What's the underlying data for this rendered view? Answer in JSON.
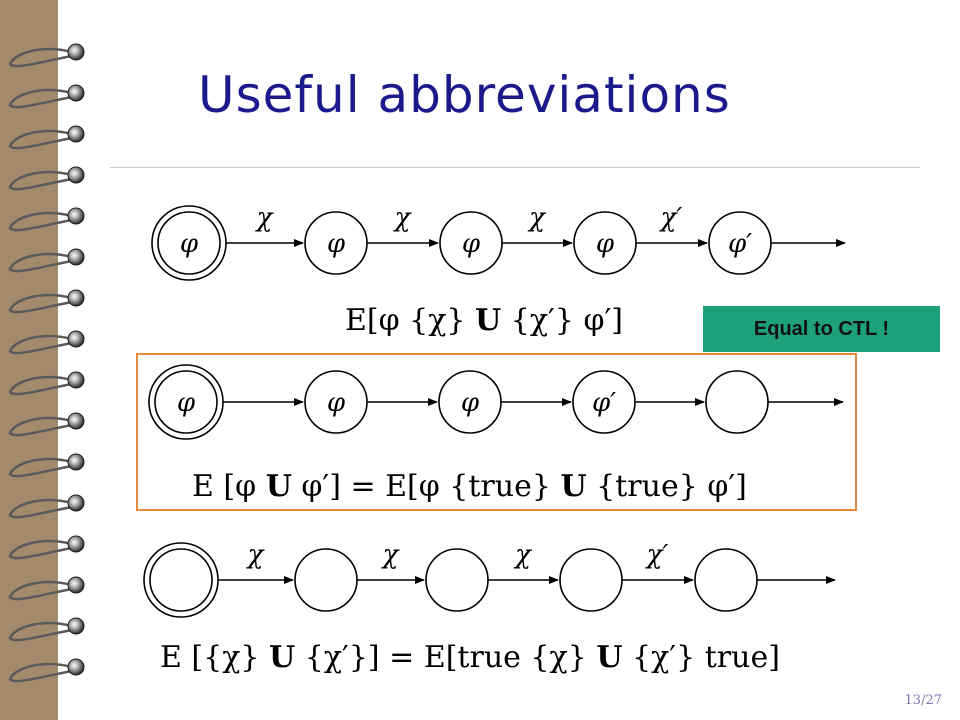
{
  "slide": {
    "title": "Useful abbreviations",
    "badge": "Equal to CTL !",
    "page_number": "13/27"
  },
  "diagrams": [
    {
      "nodes": [
        "φ",
        "φ",
        "φ",
        "φ",
        "φ′"
      ],
      "edges": [
        "χ",
        "χ",
        "χ",
        "χ′"
      ],
      "formula": [
        "E[φ {χ} ",
        "U",
        " {χ′} φ′]"
      ]
    },
    {
      "nodes": [
        "φ",
        "φ",
        "φ",
        "φ′",
        ""
      ],
      "edges": [
        "",
        "",
        "",
        ""
      ],
      "formula": [
        "E [φ ",
        "U",
        " φ′]  =  E[φ {true} ",
        "U",
        " {true} φ′]"
      ]
    },
    {
      "nodes": [
        "",
        "",
        "",
        "",
        ""
      ],
      "edges": [
        "χ",
        "χ",
        "χ",
        "χ′"
      ],
      "formula": [
        "E [{χ} ",
        "U",
        " {χ′}]  =  E[true {χ} ",
        "U",
        " {χ′} true]"
      ]
    }
  ]
}
